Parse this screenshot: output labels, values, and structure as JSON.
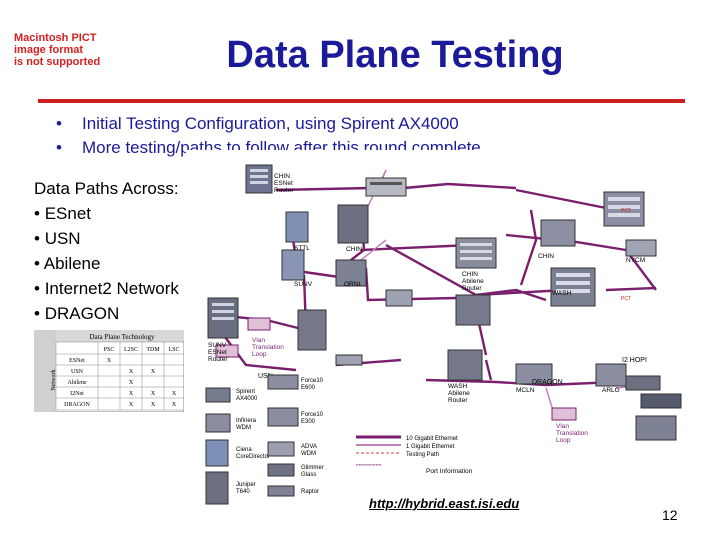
{
  "pict_warning": [
    "Macintosh PICT",
    "image format",
    "is not supported"
  ],
  "title": "Data Plane Testing",
  "bullets": [
    "Initial Testing Configuration, using Spirent AX4000",
    "More testing/paths to follow after this round complete"
  ],
  "data_paths": {
    "heading": "Data Paths Across:",
    "items": [
      "ESnet",
      "USN",
      "Abilene",
      "Internet2 Network",
      "DRAGON"
    ]
  },
  "table": {
    "title": "Data Plane Technology",
    "side_label": "Network",
    "columns": [
      "PSC",
      "L2SC",
      "TDM",
      "LSC"
    ],
    "rows": [
      {
        "name": "ESNet",
        "marks": [
          "X",
          "",
          "",
          ""
        ]
      },
      {
        "name": "USN",
        "marks": [
          "",
          "X",
          "X",
          ""
        ]
      },
      {
        "name": "Abilene",
        "marks": [
          "",
          "X",
          "",
          ""
        ]
      },
      {
        "name": "I2Net",
        "marks": [
          "",
          "X",
          "X",
          "X"
        ]
      },
      {
        "name": "DRAGON",
        "marks": [
          "",
          "X",
          "X",
          "X"
        ]
      }
    ]
  },
  "diagram": {
    "nodes": {
      "chin_esnet": [
        "CHIN",
        "ESNet",
        "Router"
      ],
      "sttl": "STTL",
      "chin": "CHIN",
      "sunv": "SUNV",
      "ornl": "ORNL",
      "chin2": "CHIN",
      "nycm": "NYCM",
      "chin_abilene": [
        "CHIN",
        "Abilene",
        "Router"
      ],
      "wash": "WASH",
      "sunv_esnet": [
        "SUNV",
        "ESNet",
        "Router"
      ],
      "vlan1": [
        "Vlan",
        "Translation",
        "Loop"
      ],
      "usn": "USN",
      "i2hopi": "I2 HOPI",
      "dragon": "DRAGON",
      "wash_abilene": [
        "WASH",
        "Abilene",
        "Router"
      ],
      "mclean": "MCLN",
      "arlg": "ARLG",
      "vlan2": [
        "Vlan",
        "Translation",
        "Loop"
      ],
      "pct1": "PCT",
      "pct2": "PCT"
    },
    "legend_devices": [
      [
        "Spirent",
        "AX4000"
      ],
      [
        "Infinera",
        "WDM"
      ],
      [
        "Ciena",
        "CoreDirector"
      ],
      [
        "Juniper",
        "T640"
      ],
      [
        "Force10",
        "E600"
      ],
      [
        "Force10",
        "E300"
      ],
      [
        "ADVA",
        "WDM"
      ],
      [
        "Glimmer",
        "Glass"
      ],
      [
        "Raptor"
      ]
    ],
    "legend_lines": [
      "10 Gigabit Ethernet",
      "1 Gigabit Ethernet",
      "Testing Path"
    ],
    "port_info": "Port Information",
    "colors": {
      "ten_gige": "#7a1f6e",
      "one_gige": "#c080b8",
      "testing": "#d04040"
    }
  },
  "url": "http://hybrid.east.isi.edu",
  "page_number": "12"
}
